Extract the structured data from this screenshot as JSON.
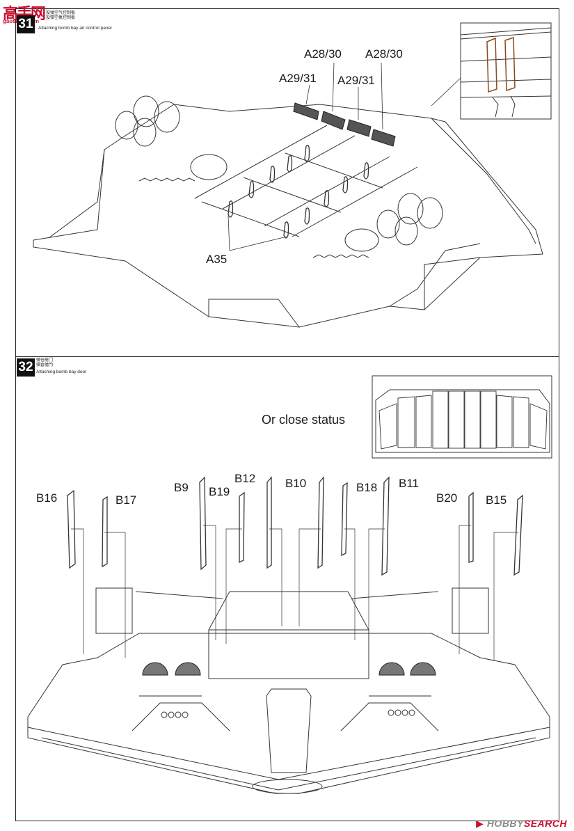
{
  "header": {
    "logo_cn": "高手网",
    "logo_url": "gaoshou.com"
  },
  "step31": {
    "number": "31",
    "title_cn_1": "投弹空气控制板",
    "title_cn_2": "投彈空氣控制板",
    "title_en": "Attaching bomb bay air control panel",
    "callouts": [
      "A28/30",
      "A28/30",
      "A29/31",
      "A29/31",
      "A35"
    ]
  },
  "step32": {
    "number": "32",
    "title_cn_1": "弹仓舱门",
    "title_cn_2": "彈倉艙門",
    "title_en": "Attaching bomb bay door",
    "status_label": "Or close status",
    "callouts": [
      "B16",
      "B17",
      "B9",
      "B19",
      "B12",
      "B10",
      "B18",
      "B11",
      "B20",
      "B15"
    ]
  },
  "watermark": {
    "brand": "HOBBY",
    "suffix": "SEARCH"
  }
}
